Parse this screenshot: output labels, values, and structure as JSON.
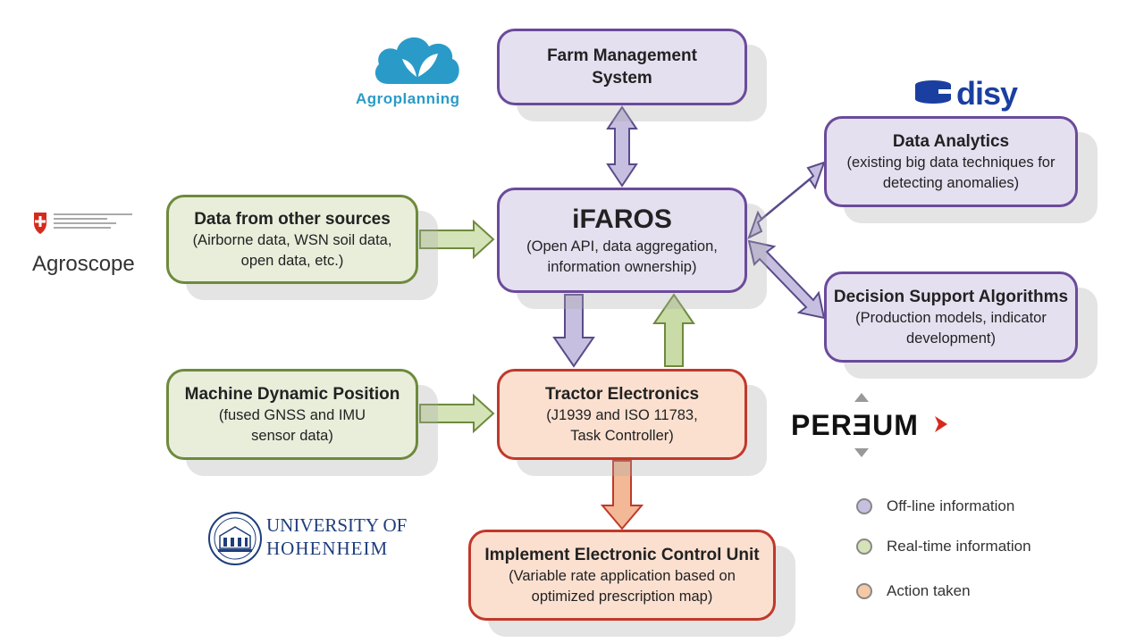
{
  "boxes": {
    "fms": {
      "title": "Farm Management",
      "sub": "System"
    },
    "ifaros": {
      "title": "iFAROS",
      "line1": "(Open API, data aggregation,",
      "line2": "information ownership)"
    },
    "other": {
      "title": "Data from other sources",
      "line1": "(Airborne data, WSN soil data,",
      "line2": "open data, etc.)"
    },
    "data_analytics": {
      "title": "Data Analytics",
      "line1": "(existing big data techniques for",
      "line2": "detecting anomalies)"
    },
    "dsa": {
      "title": "Decision Support Algorithms",
      "line1": "(Production models, indicator",
      "line2": "development)"
    },
    "mdp": {
      "title": "Machine Dynamic Position",
      "line1": "(fused GNSS and IMU",
      "line2": "sensor data)"
    },
    "tractor": {
      "title": "Tractor Electronics",
      "line1": "(J1939 and ISO 11783,",
      "line2": "Task Controller)"
    },
    "iecu": {
      "title": "Implement Electronic Control Unit",
      "line1": "(Variable rate application based on",
      "line2": "optimized prescription map)"
    }
  },
  "logos": {
    "agroplanning": "Agroplanning",
    "disy": "disy",
    "agroscope": "Agroscope",
    "perdum": "PERƎUM",
    "university_line1": "UNIVERSITY OF",
    "university_line2": "HOHENHEIM"
  },
  "legend": [
    {
      "label": "Off-line information",
      "color": "#c7bfe0"
    },
    {
      "label": "Real-time information",
      "color": "#d5e3b8"
    },
    {
      "label": "Action taken",
      "color": "#f6c8a6"
    }
  ],
  "colors": {
    "offline": "#c7bfe0",
    "realtime": "#c9dba6",
    "action": "#f3b896"
  }
}
